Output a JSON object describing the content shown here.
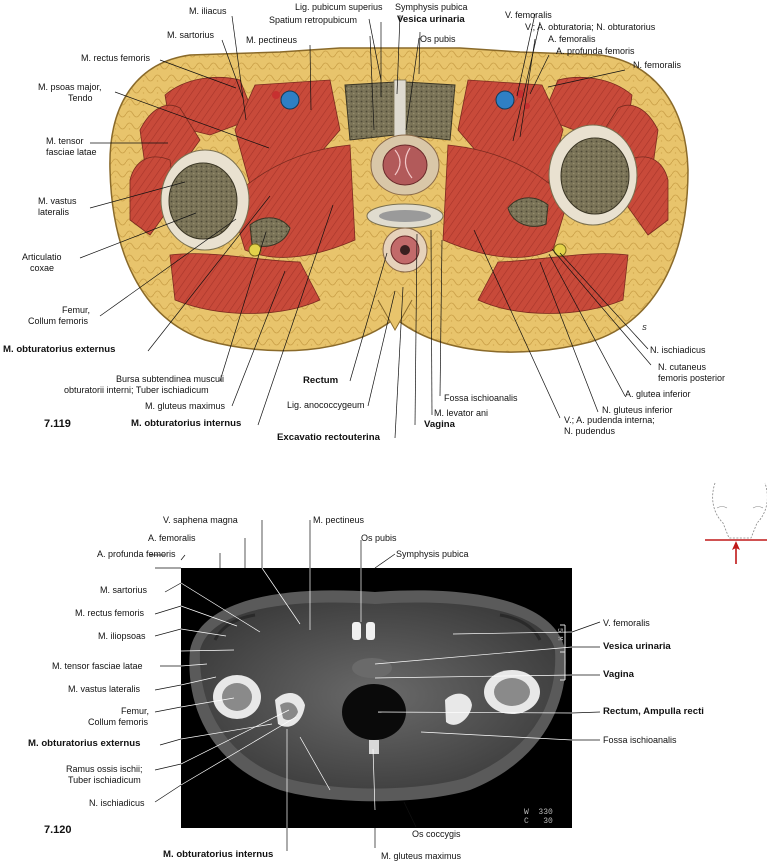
{
  "figures": {
    "top": {
      "number": "7.119",
      "labels": {
        "iliacus": "M. iliacus",
        "lig_pubicum": "Lig. pubicum superius",
        "symphysis": "Symphysis pubica",
        "v_femoralis": "V. femoralis",
        "sartorius": "M. sartorius",
        "spatium": "Spatium retropubicum",
        "vesica": "Vesica urinaria",
        "obturatoria": "V.; A. obturatoria; N. obturatorius",
        "rectus_fem": "M. rectus femoris",
        "pectineus": "M. pectineus",
        "os_pubis": "Os pubis",
        "a_femoralis": "A. femoralis",
        "a_profunda": "A. profunda femoris",
        "n_femoralis": "N. femoralis",
        "psoas_1": "M. psoas major,",
        "psoas_2": "Tendo",
        "tensor_1": "M. tensor",
        "tensor_2": "fasciae latae",
        "vastus_1": "M. vastus",
        "vastus_2": "lateralis",
        "art_1": "Articulatio",
        "art_2": "coxae",
        "femur_1": "Femur,",
        "femur_2": "Collum femoris",
        "obt_ext": "M. obturatorius externus",
        "bursa_1": "Bursa subtendinea musculi",
        "bursa_2": "obturatorii interni; Tuber ischiadicum",
        "glut_max": "M. gluteus maximus",
        "obt_int": "M. obturatorius internus",
        "rectum": "Rectum",
        "lig_anococ": "Lig. anococcygeum",
        "excavatio": "Excavatio rectouterina",
        "vagina": "Vagina",
        "levator": "M. levator ani",
        "fossa": "Fossa ischioanalis",
        "pudenda_1": "V.; A. pudenda interna;",
        "pudenda_2": "N. pudendus",
        "n_glut_inf": "N. gluteus inferior",
        "a_glut_inf": "A. glutea inferior",
        "cutaneus_1": "N. cutaneus",
        "cutaneus_2": "femoris posterior",
        "ischiadicus": "N. ischiadicus",
        "signature": "S"
      }
    },
    "bottom": {
      "number": "7.120",
      "labels": {
        "saphena": "V. saphena magna",
        "pectineus": "M. pectineus",
        "a_femoralis": "A. femoralis",
        "os_pubis": "Os pubis",
        "a_profunda": "A. profunda femoris",
        "symphysis": "Symphysis pubica",
        "sartorius": "M. sartorius",
        "rectus_fem": "M. rectus femoris",
        "v_femoralis": "V. femoralis",
        "iliopsoas": "M. iliopsoas",
        "vesica": "Vesica urinaria",
        "tensor": "M. tensor fasciae latae",
        "vagina": "Vagina",
        "vastus": "M. vastus lateralis",
        "femur_1": "Femur,",
        "femur_2": "Collum femoris",
        "rectum": "Rectum, Ampulla recti",
        "obt_ext": "M. obturatorius externus",
        "fossa": "Fossa ischioanalis",
        "ramus_1": "Ramus ossis ischii;",
        "ramus_2": "Tuber ischiadicum",
        "ischiadicus": "N. ischiadicus",
        "coccygis": "Os coccygis",
        "obt_int": "M. obturatorius internus",
        "glut_max": "M. gluteus maximus",
        "scale_digits": "5 M",
        "wc_1": "W  330",
        "wc_2": "C   30"
      }
    }
  },
  "colors": {
    "fat": "#e7c26a",
    "muscle": "#c9483a",
    "bone": "#6f6a52",
    "fascia": "#e9e1d0",
    "vessel_vein": "#2f7fc4",
    "vessel_artery": "#c73030",
    "pointer": "#c01818"
  }
}
